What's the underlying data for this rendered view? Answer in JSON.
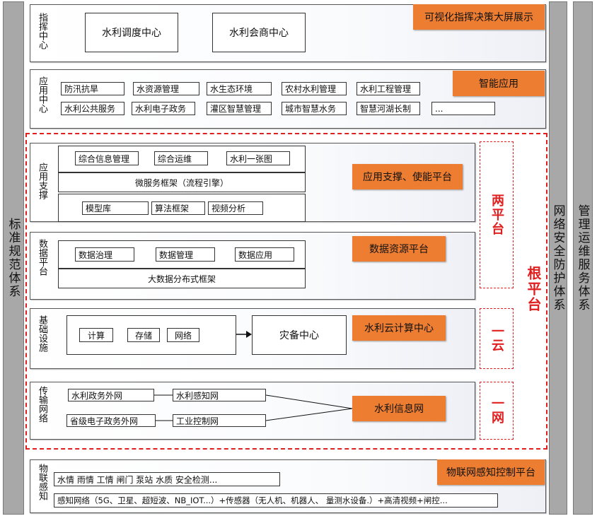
{
  "left_bar": "标准规范体系",
  "right_bars": [
    "网络安全防护体系",
    "管理运维服务体系"
  ],
  "command": {
    "label": "指挥中心",
    "boxes": [
      "水利调度中心",
      "水利会商中心"
    ],
    "tag": "可视化指挥决策大屏展示"
  },
  "apps": {
    "label": "应用中心",
    "tag": "智能应用",
    "row1": [
      "防汛抗旱",
      "水资源管理",
      "水生态环境",
      "农村水利管理",
      "水利工程管理"
    ],
    "row2": [
      "水利公共服务",
      "水利电子政务",
      "灌区智慧管理",
      "城市智慧水务",
      "智慧河湖长制",
      "..."
    ]
  },
  "support": {
    "label": "应用支撑",
    "top": [
      "综合信息管理",
      "综合运维",
      "水利一张图"
    ],
    "micro": "微服务框架（流程引擎）",
    "bottom": [
      "模型库",
      "算法框架",
      "视频分析"
    ],
    "tag": "应用支撑、使能平台"
  },
  "data_platform": {
    "label": "数据平台",
    "items": [
      "数据治理",
      "数据管理",
      "数据应用"
    ],
    "framework": "大数据分布式框架",
    "tag": "数据资源平台"
  },
  "infra": {
    "label": "基础设施",
    "items": [
      "计算",
      "存储",
      "网络"
    ],
    "backup": "灾备中心",
    "tag": "水利云计算中心"
  },
  "network": {
    "label": "传输网络",
    "items": [
      "水利政务外网",
      "水利感知网",
      "省级电子政务外网",
      "工业控制网"
    ],
    "tag": "水利信息网"
  },
  "side_tags": {
    "two_platform": "两平台",
    "one_cloud": "一云",
    "one_net": "一网",
    "root": "根平台"
  },
  "iot": {
    "label": "物联感知",
    "tag": "物联网感知控制平台",
    "line1": "水情 雨情 工情 闸门 泵站  水质 安全检测...",
    "line2": "感知网络（5G、卫星、超短波、NB_IOT...）+传感器（无人机、机器人、 量测水设备.）+高清视频+闸控..."
  }
}
